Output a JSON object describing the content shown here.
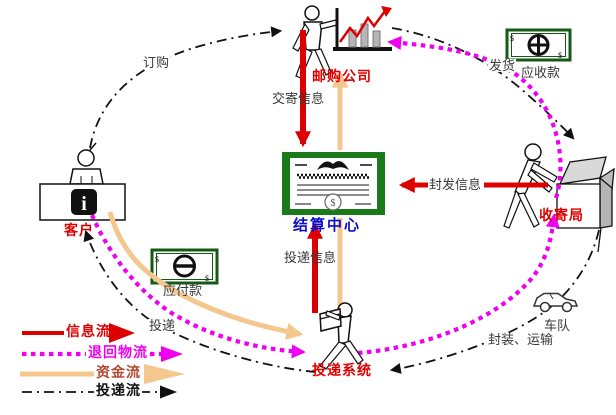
{
  "diagram": {
    "nodes": {
      "mail_order_company": "邮购公司",
      "settlement_center": "结算中心",
      "customer": "客户",
      "collection_office": "收寄局",
      "delivery_system": "投递系统",
      "fleet": "车队"
    },
    "flow_labels": {
      "order": "订购",
      "mailing_info": "交寄信息",
      "ship": "发货",
      "receivable": "应收款",
      "dispatch_info": "封发信息",
      "delivery_info": "投递信息",
      "payable": "应付款",
      "deliver": "投递",
      "pack_transport": "封装、运输"
    },
    "legend": {
      "info_flow": "信息流",
      "return_flow": "退回物流",
      "capital_flow": "资金流",
      "delivery_flow": "投递流"
    },
    "colors": {
      "info_flow": "#dd0000",
      "return_flow": "#f000f0",
      "capital_flow": "#f4c78f",
      "capital_flow_text": "#b04a30",
      "delivery_flow": "#111111",
      "settlement_text": "#0d0dc9",
      "node_text": "#e00000",
      "certificate_green": "#1a7a1a",
      "money_green": "#145a14"
    },
    "icons": {
      "money_symbol": "$",
      "seal_symbol": "$",
      "info_symbol": "i"
    }
  }
}
